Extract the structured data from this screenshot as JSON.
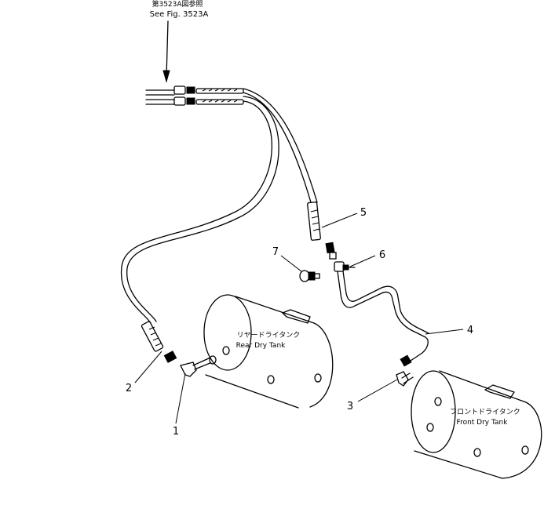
{
  "reference": {
    "japanese": "第3523A図参照",
    "english": "See Fig. 3523A"
  },
  "tanks": {
    "rear": {
      "japanese": "リヤードライタンク",
      "english": "Rear Dry Tank"
    },
    "front": {
      "japanese": "フロントドライタンク",
      "english": "Front Dry Tank"
    }
  },
  "callouts": [
    "1",
    "2",
    "3",
    "4",
    "5",
    "6",
    "7"
  ]
}
